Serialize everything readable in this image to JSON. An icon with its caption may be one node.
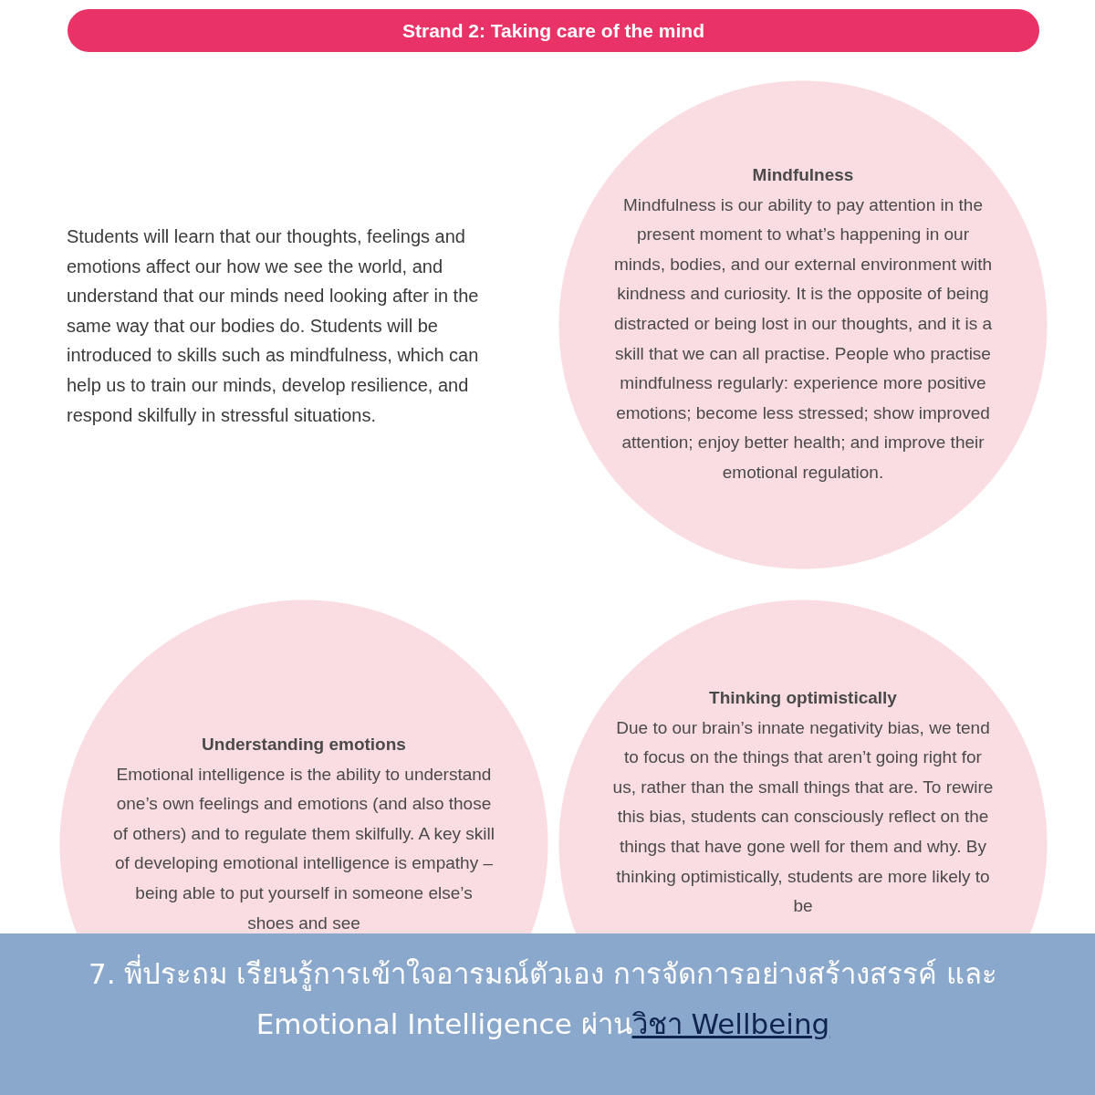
{
  "diagram": {
    "title": "Strand 2: Taking care of the mind",
    "caption": "7. พี่ประถม เรียนรู้การเข้าใจอารมณ์ตัวเอง การจัดการอย่างสร้างสรรค์ และ Emotional Intelligence ผ่าน",
    "nodes": [
      {
        "text": [
          "Mindfulness",
          "Mindfulness is our ability to pay attention in the present moment to what’s happening in our minds, bodies, and our external environment with kindness and curiosity. It is the opposite of being distracted or being lost in our thoughts, and it is a skill that we can all practise. People who practise mindfulness regularly: experience more positive emotions; become less stressed; show improved attention; enjoy better health; and improve their emotional regulation."
        ]
      },
      {
        "text": [
          "Understanding emotions",
          "Emotional intelligence is the ability to understand one’s own feelings and emotions (and also those of others) and to regulate them skilfully. A key skill of developing emotional intelligence is empathy – being able to put yourself in someone else’s shoes and see"
        ]
      },
      {
        "text": [
          "Thinking optimistically",
          "Due to our brain’s innate negativity bias, we tend to focus on the things that aren’t going right for us, rather than the small things that are. To rewire this bias, students can consciously reflect on the things that have gone well for them and why. By thinking optimistically, students are more likely to be"
        ]
      }
    ],
    "labels": [
      "Students will learn that our thoughts, feelings and emotions affect our how we see the world, and understand that our minds need looking after in the same way that our bodies do. Students will be introduced to skills such as mindfulness, which can help us to train our minds, develop resilience, and respond skilfully in stressful situations.",
      "วิชา Wellbeing"
    ]
  }
}
